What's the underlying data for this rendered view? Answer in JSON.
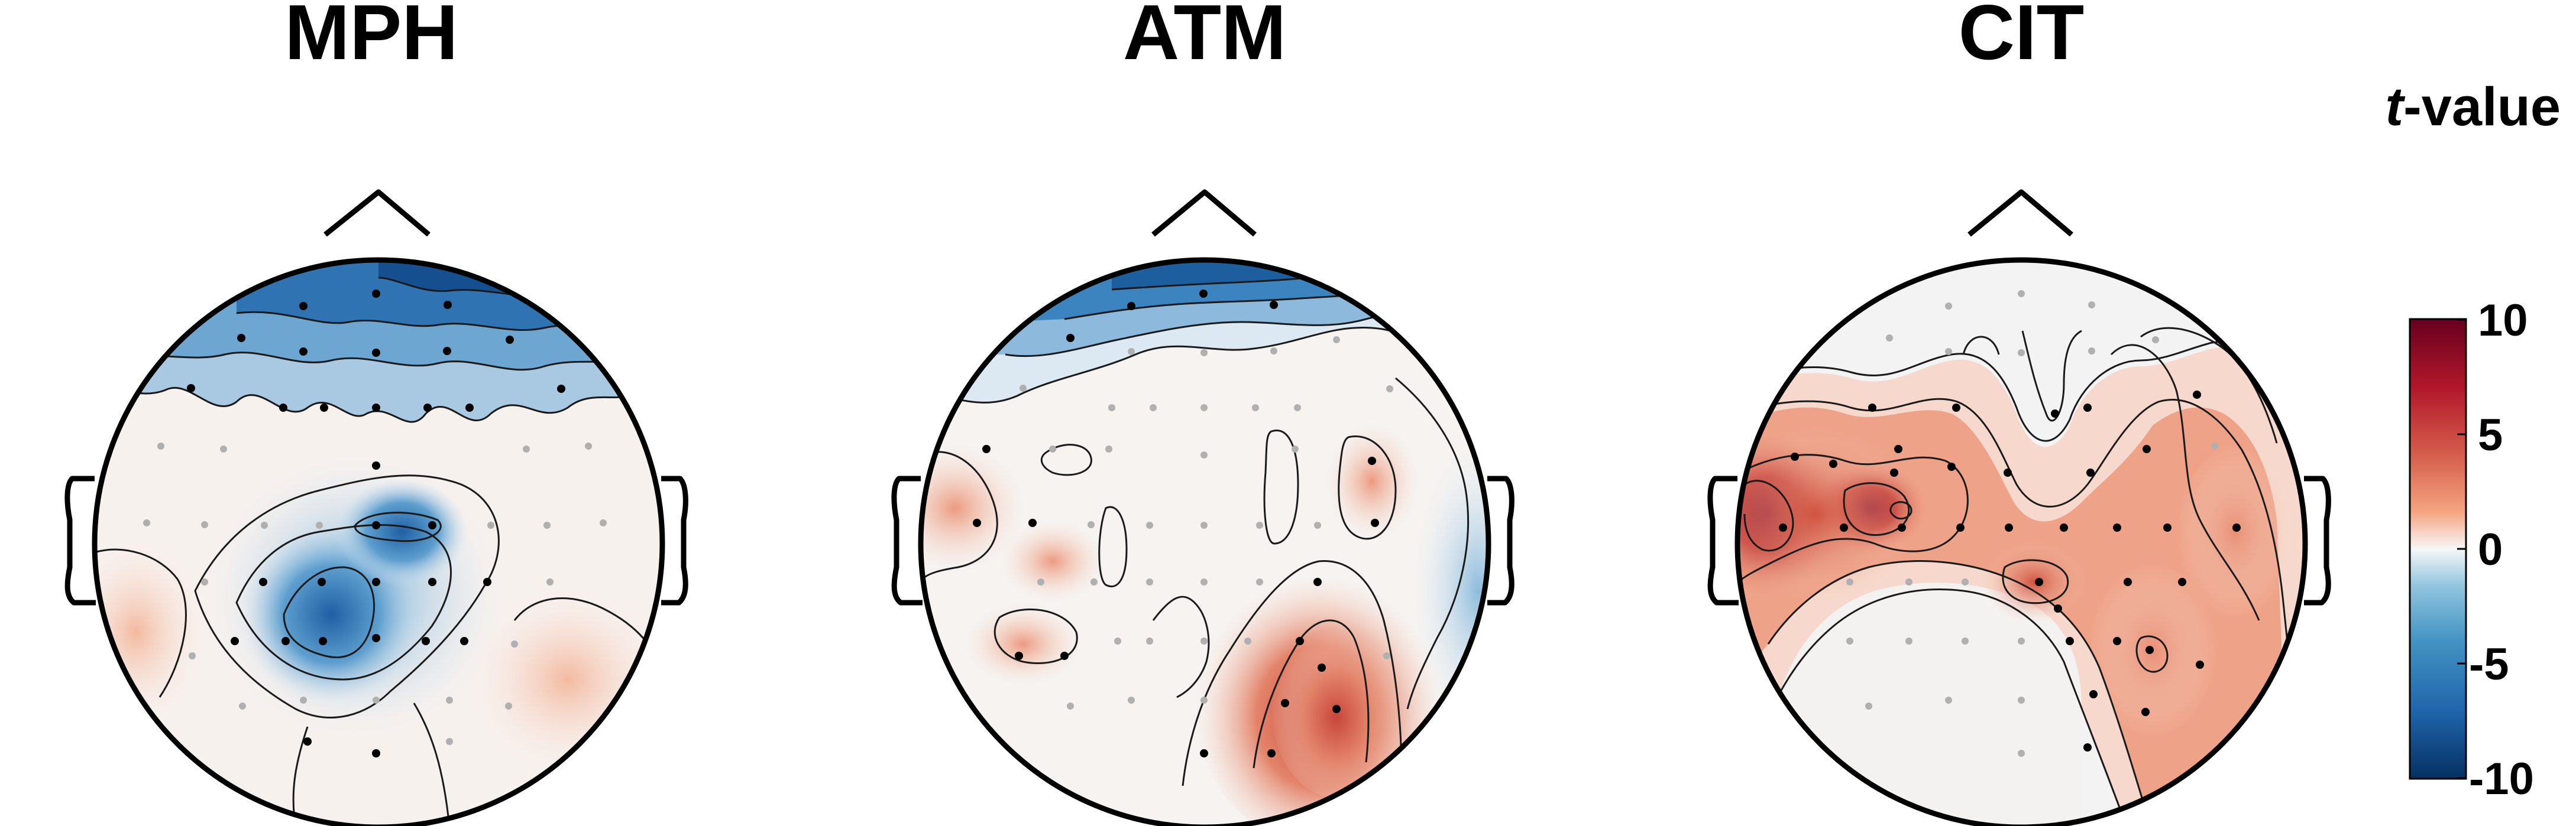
{
  "panels": [
    {
      "title": "MPH"
    },
    {
      "title": "ATM"
    },
    {
      "title": "CIT"
    }
  ],
  "colorbar": {
    "label_italic": "t",
    "label_rest": "-value",
    "ticks": [
      "10",
      "5",
      "0",
      "-5",
      "-10"
    ],
    "range": [
      -10,
      10
    ]
  },
  "colors": {
    "positive_max": "#67001f",
    "positive": "#d6604d",
    "neutral": "#f7f7f7",
    "negative": "#4393c3",
    "negative_max": "#053061",
    "significant_electrode": "#000000",
    "nonsignificant_electrode": "#b0b0b0"
  }
}
